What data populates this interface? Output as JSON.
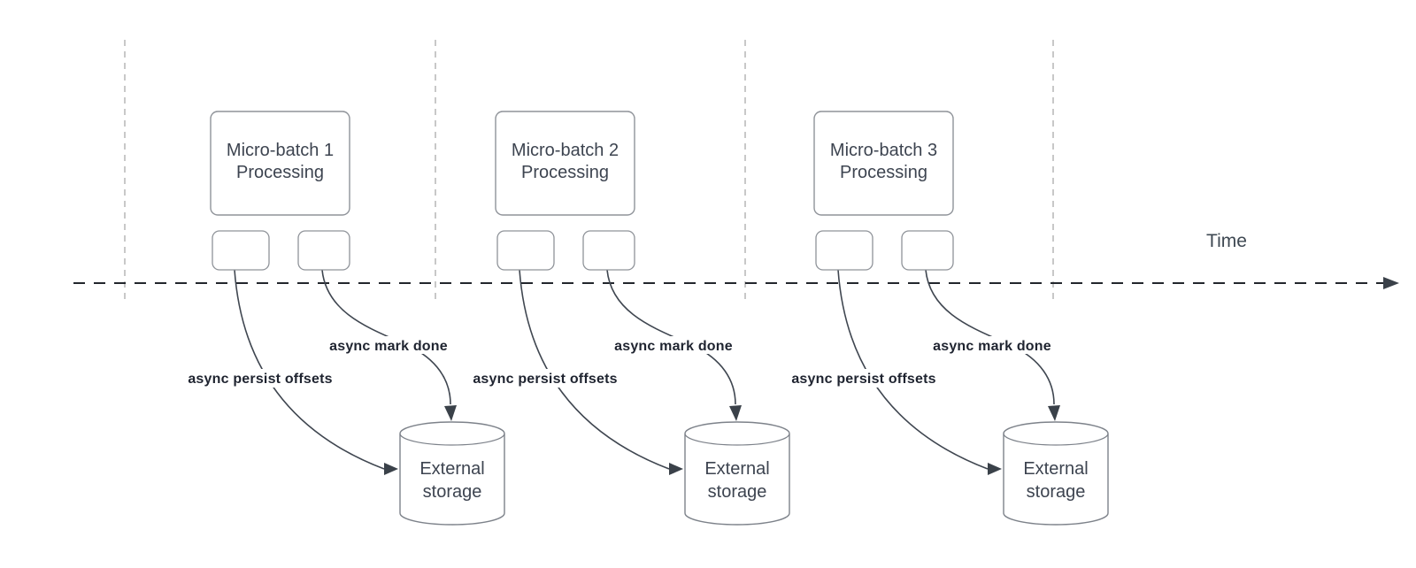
{
  "diagram": {
    "timeline": {
      "label": "Time"
    },
    "batches": [
      {
        "box": {
          "line1": "Micro-batch 1",
          "line2": "Processing"
        },
        "persist_label": "async persist offsets",
        "done_label": "async mark done",
        "storage": {
          "line1": "External",
          "line2": "storage"
        }
      },
      {
        "box": {
          "line1": "Micro-batch 2",
          "line2": "Processing"
        },
        "persist_label": "async persist offsets",
        "done_label": "async mark done",
        "storage": {
          "line1": "External",
          "line2": "storage"
        }
      },
      {
        "box": {
          "line1": "Micro-batch 3",
          "line2": "Processing"
        },
        "persist_label": "async persist offsets",
        "done_label": "async mark done",
        "storage": {
          "line1": "External",
          "line2": "storage"
        }
      }
    ],
    "colors": {
      "edge_stroke": "#3f4650",
      "arrowhead_fill": "#3a4149",
      "box_border": "#8f9399",
      "cylinder_border": "#7d828a",
      "timeline_stroke": "#22262c",
      "gridline_stroke": "#ababab",
      "node_text": "#3d4450",
      "edge_label_text": "#1f2430",
      "background": "#ffffff"
    }
  }
}
